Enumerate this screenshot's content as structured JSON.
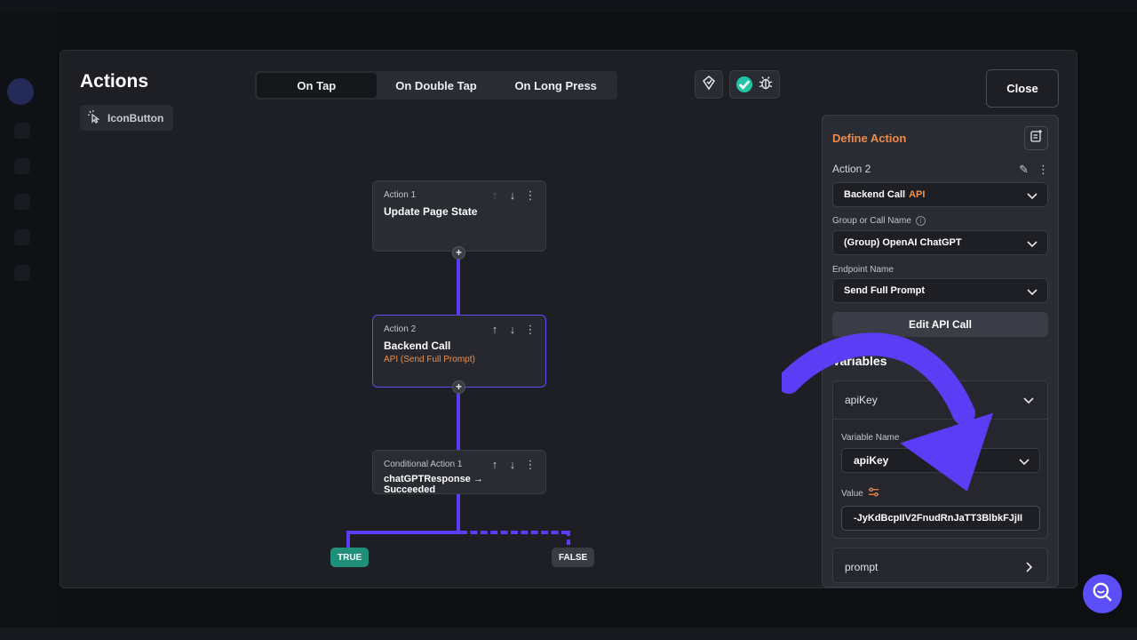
{
  "modal": {
    "title": "Actions",
    "widget_chip": "IconButton",
    "close_label": "Close"
  },
  "trigger_tabs": [
    {
      "label": "On Tap",
      "active": true
    },
    {
      "label": "On Double Tap",
      "active": false
    },
    {
      "label": "On Long Press",
      "active": false
    }
  ],
  "toolbar": {
    "icons": [
      "route-icon",
      "check-circle-icon",
      "bug-icon"
    ]
  },
  "flow": {
    "nodes": [
      {
        "label": "Action 1",
        "title": "Update Page State",
        "subtitle": ""
      },
      {
        "label": "Action 2",
        "title": "Backend Call",
        "subtitle": "API (Send Full Prompt)"
      },
      {
        "label": "Conditional Action 1",
        "title": "chatGPTResponse → Succeeded",
        "subtitle": ""
      }
    ],
    "branches": {
      "true_label": "TRUE",
      "false_label": "FALSE"
    }
  },
  "panel": {
    "title": "Define Action",
    "action_name": "Action 2",
    "action_type": "Backend Call",
    "action_type_accent": "API",
    "group_label": "Group or Call Name",
    "group_value": "(Group) OpenAI ChatGPT",
    "endpoint_label": "Endpoint Name",
    "endpoint_value": "Send Full Prompt",
    "edit_button": "Edit API Call",
    "variables_title": "Variables",
    "variables": [
      {
        "name": "apiKey",
        "variable_name_label": "Variable Name",
        "variable_name_value": "apiKey",
        "value_label": "Value",
        "value": "-JyKdBcpIIV2FnudRnJaTT3BlbkFJjII"
      },
      {
        "name": "prompt"
      }
    ]
  },
  "colors": {
    "accent": "#5b3df5",
    "orange": "#ef8a4a",
    "true_badge": "#1f8f7a",
    "false_badge": "#3a3c44"
  }
}
